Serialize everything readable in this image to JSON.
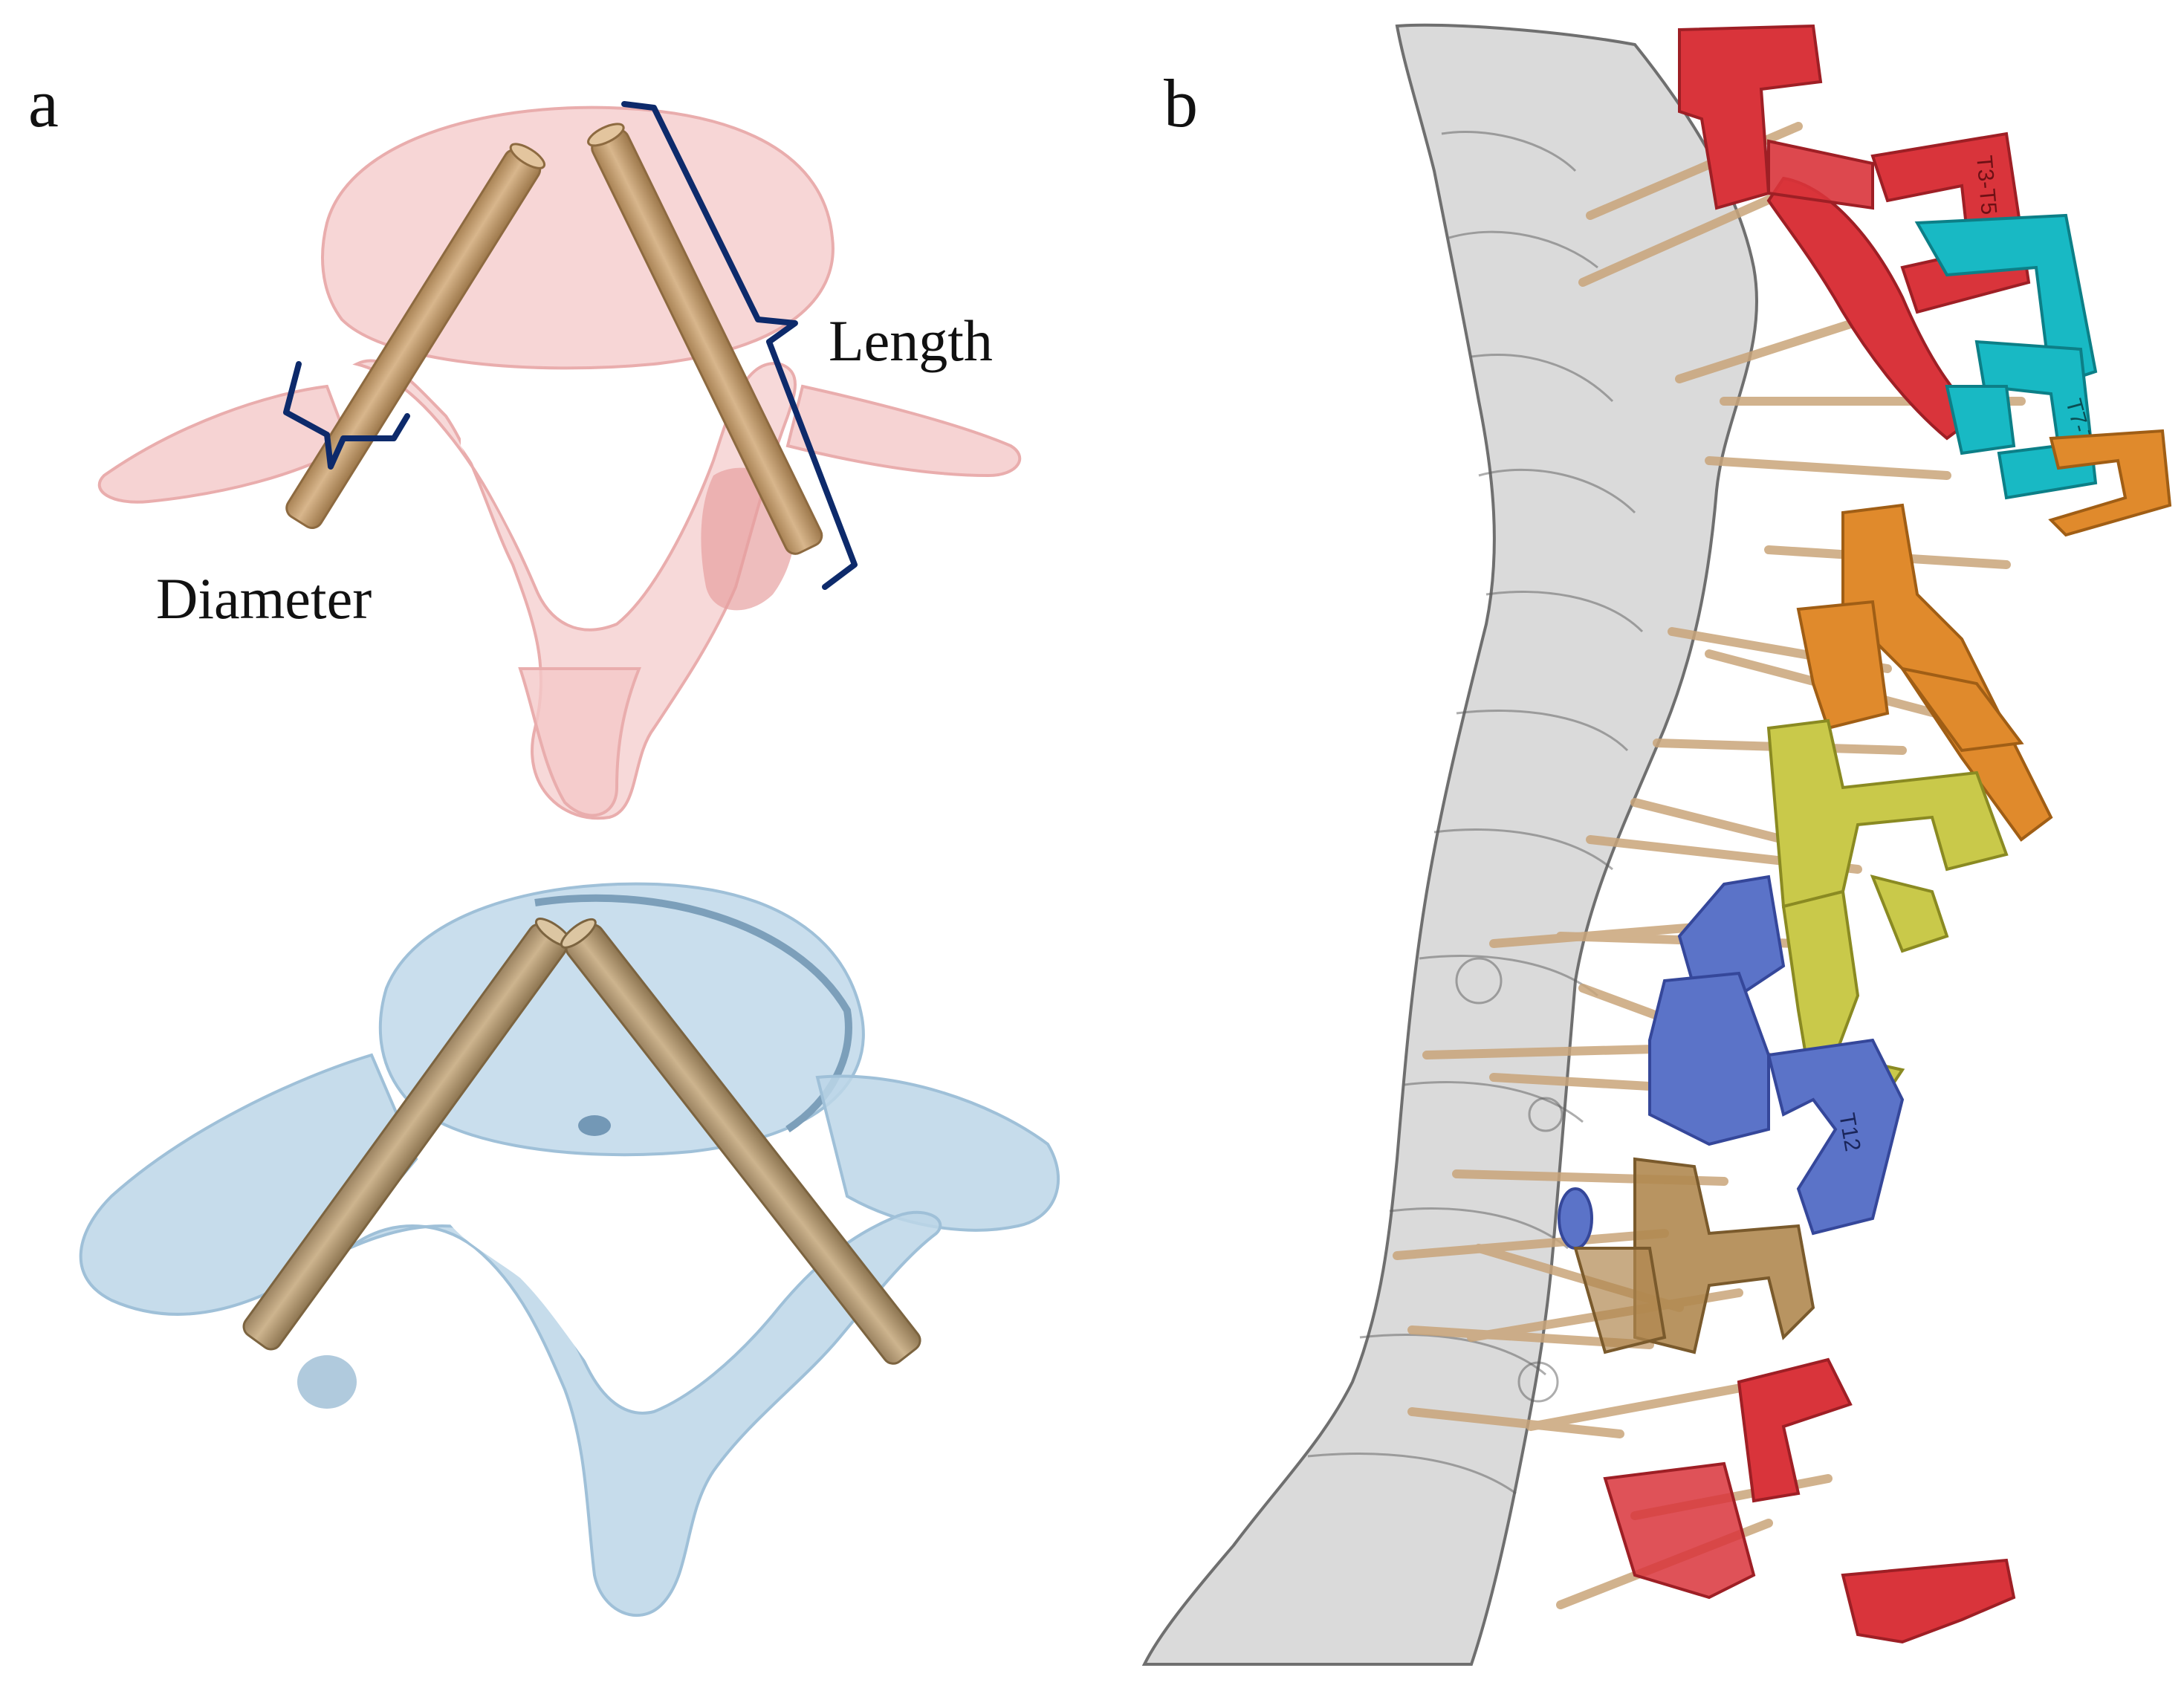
{
  "figure": {
    "panel_a": {
      "letter": "a",
      "labels": {
        "diameter": "Diameter",
        "length": "Length"
      }
    },
    "panel_b": {
      "letter": "b",
      "guide_labels": {
        "upper": "T3-T5",
        "middle": "T7-T8",
        "lower": "T12"
      }
    }
  },
  "colors": {
    "vertebra_top": "#f4c6c6",
    "vertebra_bottom": "#bcd6e8",
    "screw": "#c9a57a",
    "bracket": "#0d2a6b",
    "spine": "#8c8c8c",
    "guide_red": "#d9343b",
    "guide_cyan": "#18b9c4",
    "guide_orange": "#e08a2c",
    "guide_yellow": "#c9c94a",
    "guide_blue": "#5b73c8",
    "guide_tan": "#b08850"
  },
  "icons": [
    "bracket-icon"
  ]
}
